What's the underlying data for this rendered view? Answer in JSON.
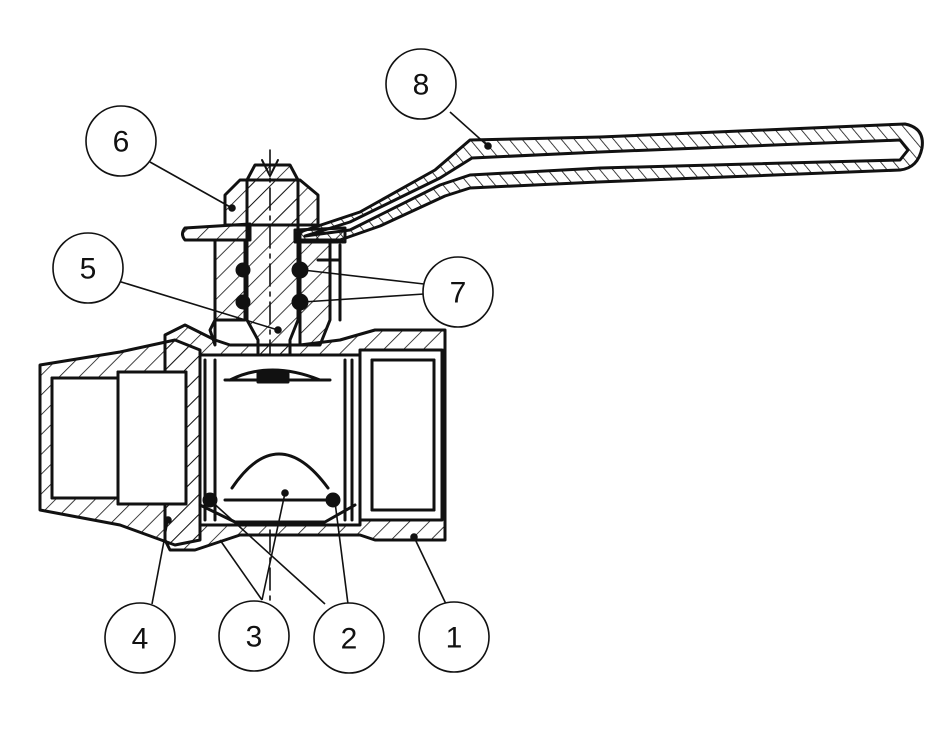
{
  "diagram": {
    "type": "ball-valve-cross-section",
    "callouts": [
      {
        "id": "1",
        "label": "1"
      },
      {
        "id": "2",
        "label": "2"
      },
      {
        "id": "3",
        "label": "3"
      },
      {
        "id": "4",
        "label": "4"
      },
      {
        "id": "5",
        "label": "5"
      },
      {
        "id": "6",
        "label": "6"
      },
      {
        "id": "7",
        "label": "7"
      },
      {
        "id": "8",
        "label": "8"
      }
    ],
    "colors": {
      "ink": "#111111",
      "paper": "#ffffff"
    }
  }
}
